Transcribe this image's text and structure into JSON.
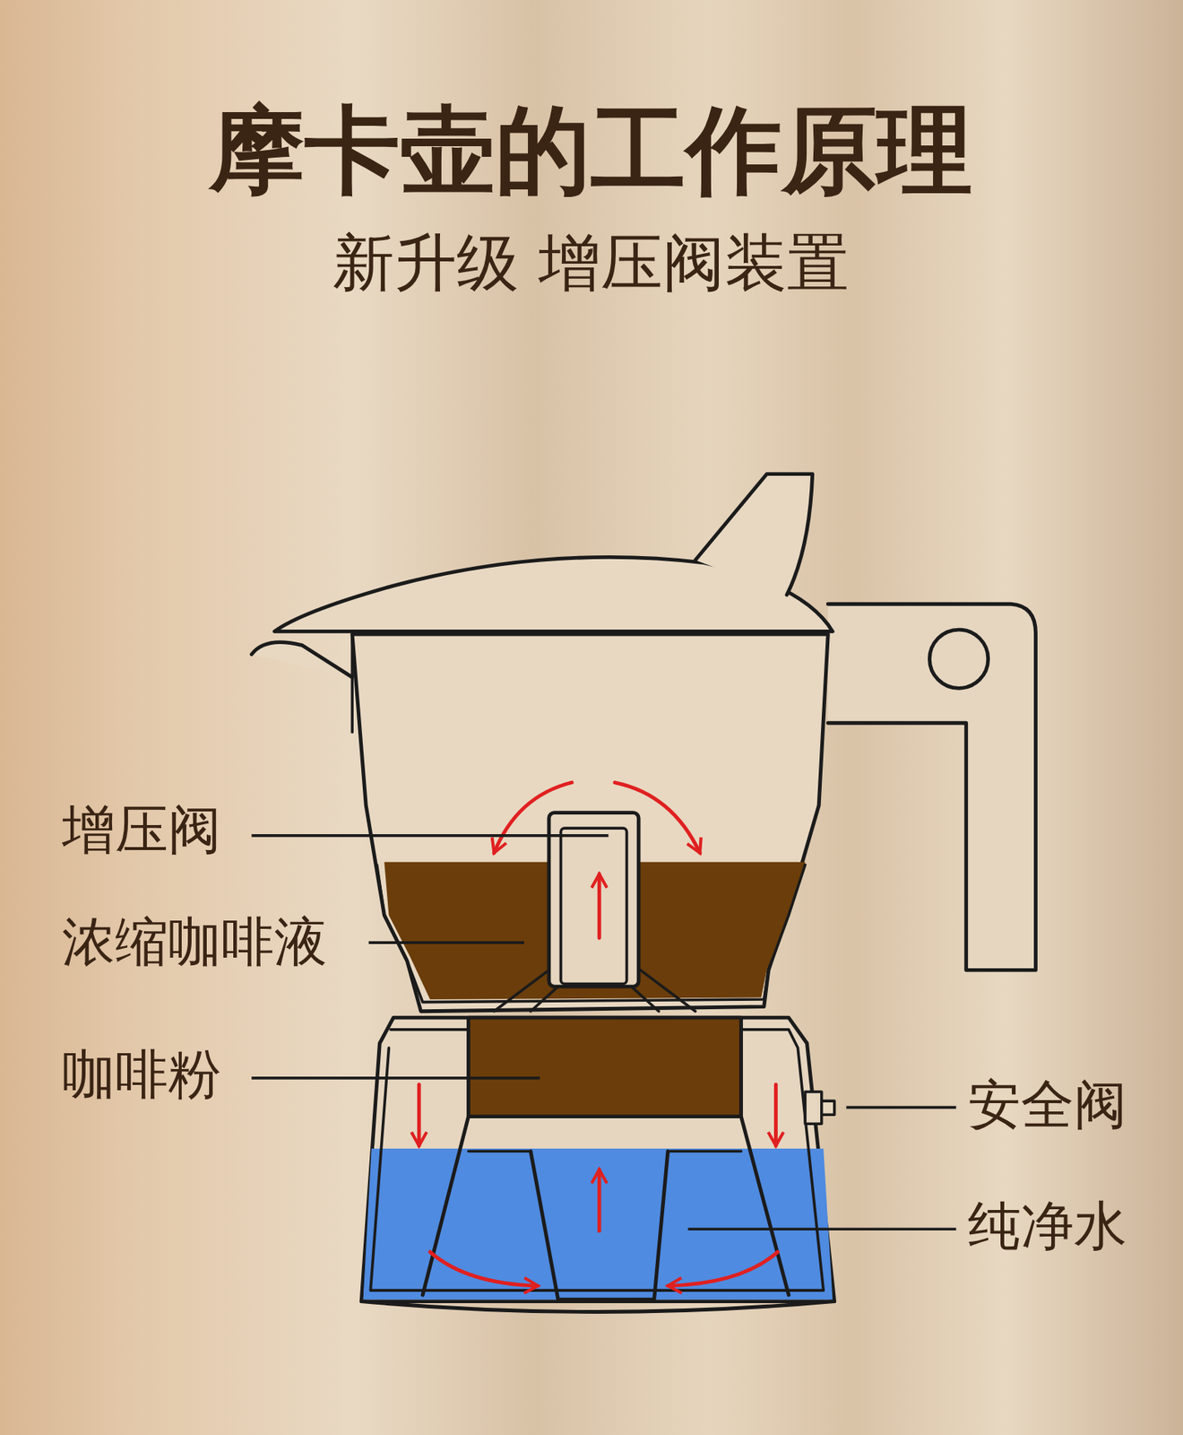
{
  "diagram": {
    "title": "摩卡壶的工作原理",
    "labels": [
      "新升级 增压阀装置",
      "增压阀",
      "浓缩咖啡液",
      "咖啡粉",
      "安全阀",
      "纯净水"
    ]
  }
}
